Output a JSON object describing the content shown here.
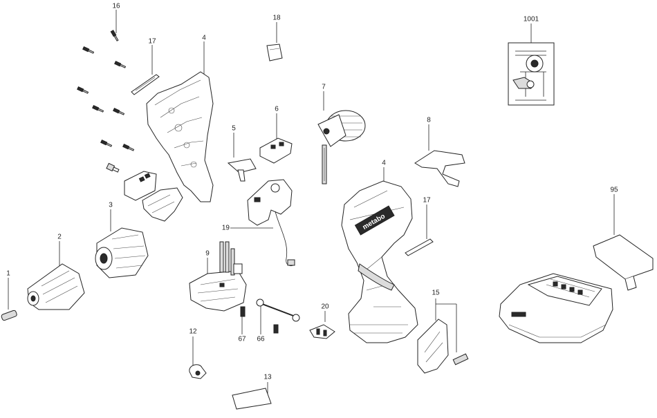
{
  "diagram": {
    "labels": {
      "p1": "1",
      "p2": "2",
      "p3": "3",
      "p4a": "4",
      "p4b": "4",
      "p5": "5",
      "p6": "6",
      "p7": "7",
      "p8": "8",
      "p9": "9",
      "p12": "12",
      "p13": "13",
      "p15": "15",
      "p16": "16",
      "p17a": "17",
      "p17b": "17",
      "p18": "18",
      "p19": "19",
      "p20": "20",
      "p66": "66",
      "p67": "67",
      "p95": "95",
      "p1001": "1001"
    },
    "brand_text": "metabo"
  }
}
